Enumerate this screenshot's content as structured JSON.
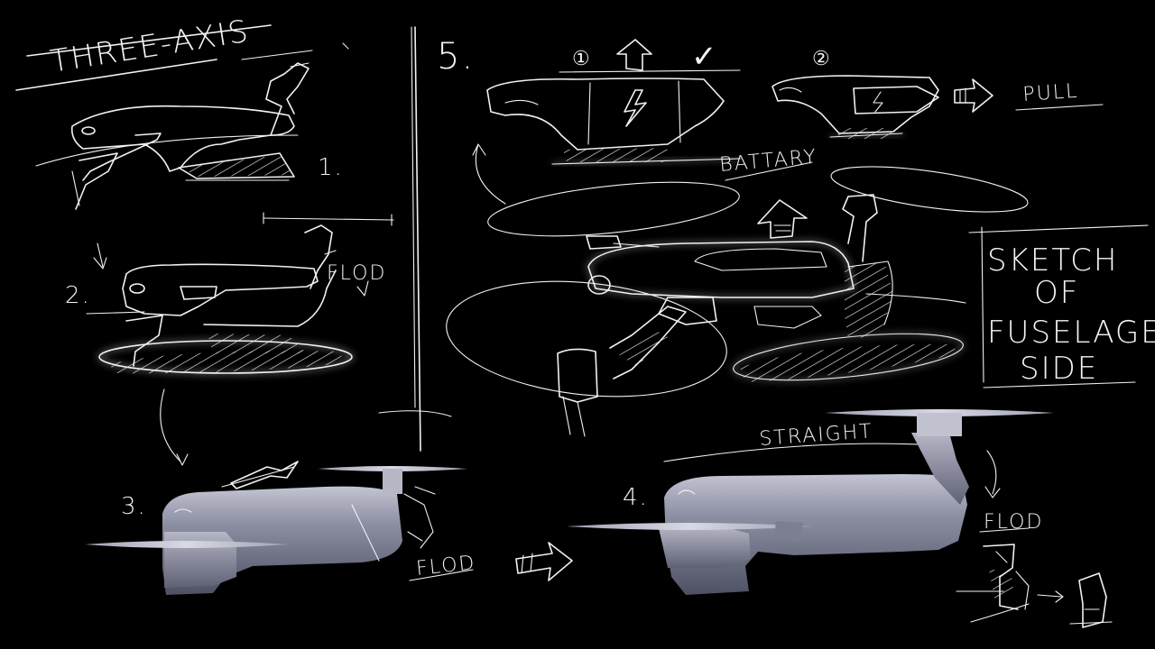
{
  "labels": {
    "three_axis": "THREE-AXIS",
    "step1": "1.",
    "step2": "2.",
    "step3": "3.",
    "step4": "4.",
    "step5": "5.",
    "fold_small": "FLOD",
    "fold_step3": "FLOD",
    "fold_right": "FLOD",
    "circle1": "①",
    "circle2": "②",
    "check": "✓",
    "pull": "PULL",
    "battery": "BATTARY",
    "straight": "STRAIGHT",
    "sketch_title": [
      "SKETCH",
      "OF",
      "FUSELAGE",
      "SIDE"
    ]
  },
  "colors": {
    "background": "#000000",
    "chalk": "#f2f2f2",
    "render_body": "#7a7c90",
    "render_highlight": "#c9cad6",
    "propeller": "#b9bac8"
  },
  "icons": [
    "lightning-icon",
    "up-arrow-icon",
    "right-arrow-icon",
    "check-icon"
  ]
}
